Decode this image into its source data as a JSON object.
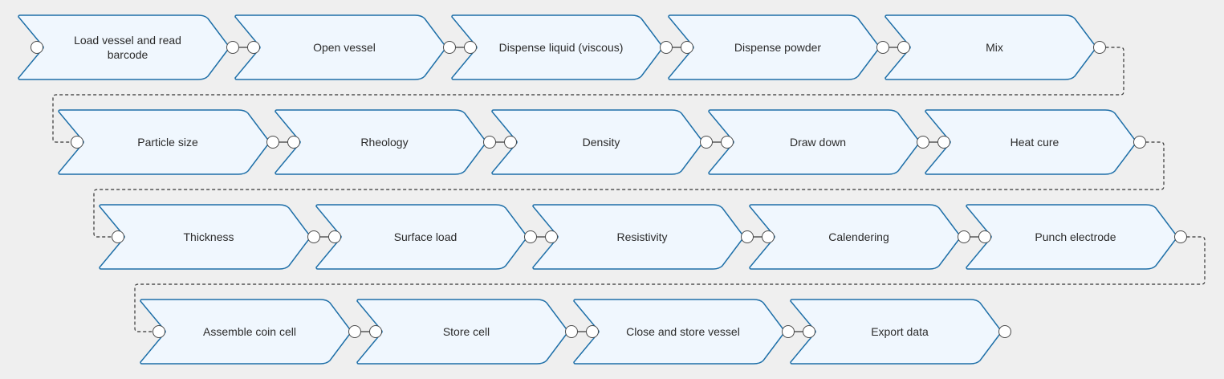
{
  "workflow": {
    "rows": [
      [
        "Load vessel and read barcode",
        "Open vessel",
        "Dispense liquid (viscous)",
        "Dispense powder",
        "Mix"
      ],
      [
        "Particle size",
        "Rheology",
        "Density",
        "Draw down",
        "Heat cure"
      ],
      [
        "Thickness",
        "Surface load",
        "Resistivity",
        "Calendering",
        "Punch electrode"
      ],
      [
        "Assemble coin cell",
        "Store cell",
        "Close and store vessel",
        "Export data"
      ]
    ]
  },
  "colors": {
    "step_fill": "#f0f7fe",
    "step_stroke": "#1e6fa8",
    "background": "#efefef",
    "connector": "#333333"
  }
}
